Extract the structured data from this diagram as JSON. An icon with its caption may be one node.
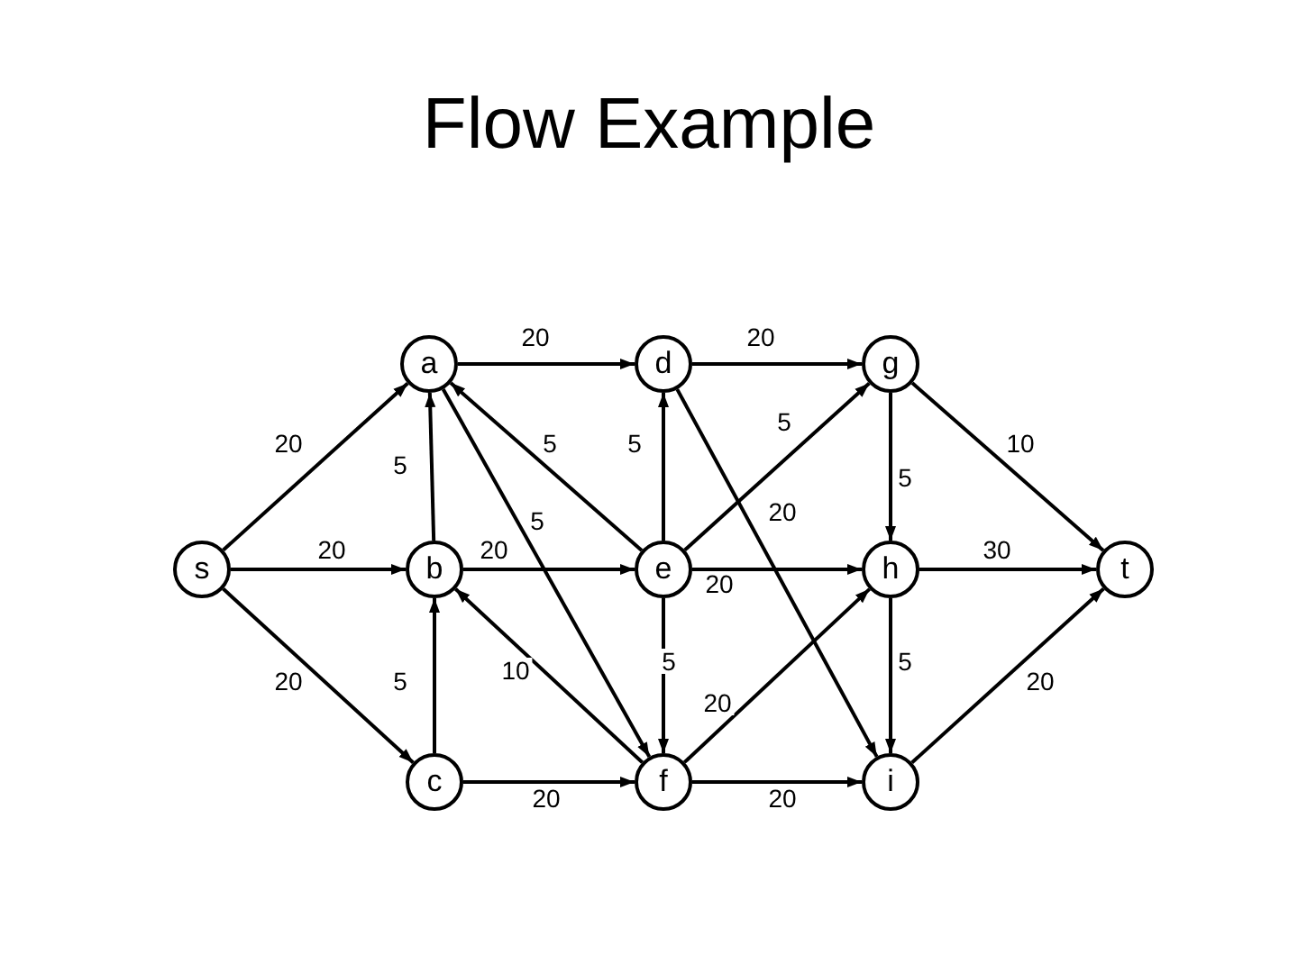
{
  "diagram": {
    "title": "Flow Example",
    "nodes": [
      {
        "text": [
          "s"
        ]
      },
      {
        "text": [
          "a"
        ]
      },
      {
        "text": [
          "b"
        ]
      },
      {
        "text": [
          "c"
        ]
      },
      {
        "text": [
          "d"
        ]
      },
      {
        "text": [
          "e"
        ]
      },
      {
        "text": [
          "f"
        ]
      },
      {
        "text": [
          "g"
        ]
      },
      {
        "text": [
          "h"
        ]
      },
      {
        "text": [
          "i"
        ]
      },
      {
        "text": [
          "t"
        ]
      }
    ],
    "edges": [
      {
        "from": 0,
        "to": 1,
        "arrow": "to",
        "label": "20"
      },
      {
        "from": 0,
        "to": 2,
        "arrow": "to",
        "label": "20"
      },
      {
        "from": 0,
        "to": 3,
        "arrow": "to",
        "label": "20"
      },
      {
        "from": 2,
        "to": 1,
        "arrow": "to",
        "label": "5"
      },
      {
        "from": 3,
        "to": 2,
        "arrow": "to",
        "label": "5"
      },
      {
        "from": 1,
        "to": 4,
        "arrow": "to",
        "label": "20"
      },
      {
        "from": 1,
        "to": 6,
        "arrow": "to",
        "label": "5"
      },
      {
        "from": 5,
        "to": 1,
        "arrow": "to",
        "label": "5"
      },
      {
        "from": 2,
        "to": 5,
        "arrow": "to",
        "label": "20"
      },
      {
        "from": 6,
        "to": 2,
        "arrow": "to",
        "label": "10"
      },
      {
        "from": 3,
        "to": 6,
        "arrow": "to",
        "label": "20"
      },
      {
        "from": 5,
        "to": 4,
        "arrow": "to",
        "label": "5"
      },
      {
        "from": 5,
        "to": 6,
        "arrow": "to",
        "label": "5"
      },
      {
        "from": 4,
        "to": 7,
        "arrow": "to",
        "label": "20"
      },
      {
        "from": 4,
        "to": 9,
        "arrow": "to",
        "label": "20"
      },
      {
        "from": 5,
        "to": 7,
        "arrow": "to",
        "label": "5"
      },
      {
        "from": 5,
        "to": 8,
        "arrow": "to",
        "label": "20"
      },
      {
        "from": 6,
        "to": 8,
        "arrow": "to",
        "label": "20"
      },
      {
        "from": 6,
        "to": 9,
        "arrow": "to",
        "label": "20"
      },
      {
        "from": 7,
        "to": 8,
        "arrow": "to",
        "label": "5"
      },
      {
        "from": 7,
        "to": 10,
        "arrow": "to",
        "label": "10"
      },
      {
        "from": 8,
        "to": 10,
        "arrow": "to",
        "label": "30"
      },
      {
        "from": 8,
        "to": 9,
        "arrow": "to",
        "label": "5"
      },
      {
        "from": 9,
        "to": 10,
        "arrow": "to",
        "label": "20"
      }
    ]
  }
}
